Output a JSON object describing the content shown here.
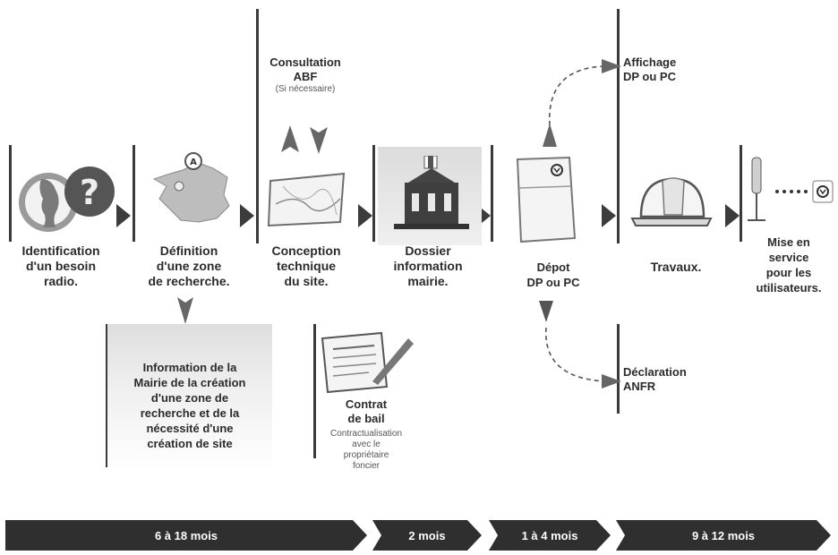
{
  "steps": {
    "s1": {
      "l1": "Identification",
      "l2": "d'un besoin",
      "l3": "radio."
    },
    "s2": {
      "l1": "Définition",
      "l2": "d'une zone",
      "l3": "de recherche."
    },
    "s3": {
      "l1": "Conception",
      "l2": "technique",
      "l3": "du site."
    },
    "s4": {
      "l1": "Dossier",
      "l2": "information",
      "l3": "mairie."
    },
    "s5": {
      "l1": "Dépot",
      "l2": "DP ou PC"
    },
    "s6": {
      "l1": "Travaux."
    },
    "s7": {
      "l1": "Mise en",
      "l2": "service",
      "l3": "pour les",
      "l4": "utilisateurs."
    }
  },
  "consultation": {
    "l1": "Consultation",
    "l2": "ABF",
    "l3": "(Si nécessaire)"
  },
  "affichage": {
    "l1": "Affichage",
    "l2": "DP ou PC"
  },
  "declaration": {
    "l1": "Déclaration",
    "l2": "ANFR"
  },
  "information_box": {
    "l1": "Information de la",
    "l2": "Mairie de la création",
    "l3": "d'une zone de",
    "l4": "recherche et de la",
    "l5": "nécessité d'une",
    "l6": "création de site"
  },
  "contrat": {
    "l1": "Contrat",
    "l2": "de bail",
    "s1": "Contractualisation",
    "s2": "avec le",
    "s3": "propriétaire",
    "s4": "foncier"
  },
  "timeline": [
    "6 à 18 mois",
    "2 mois",
    "1 à 4 mois",
    "9 à 12 mois"
  ],
  "colors": {
    "dark": "#2f2f2f",
    "gray": "#dcdcdc"
  }
}
